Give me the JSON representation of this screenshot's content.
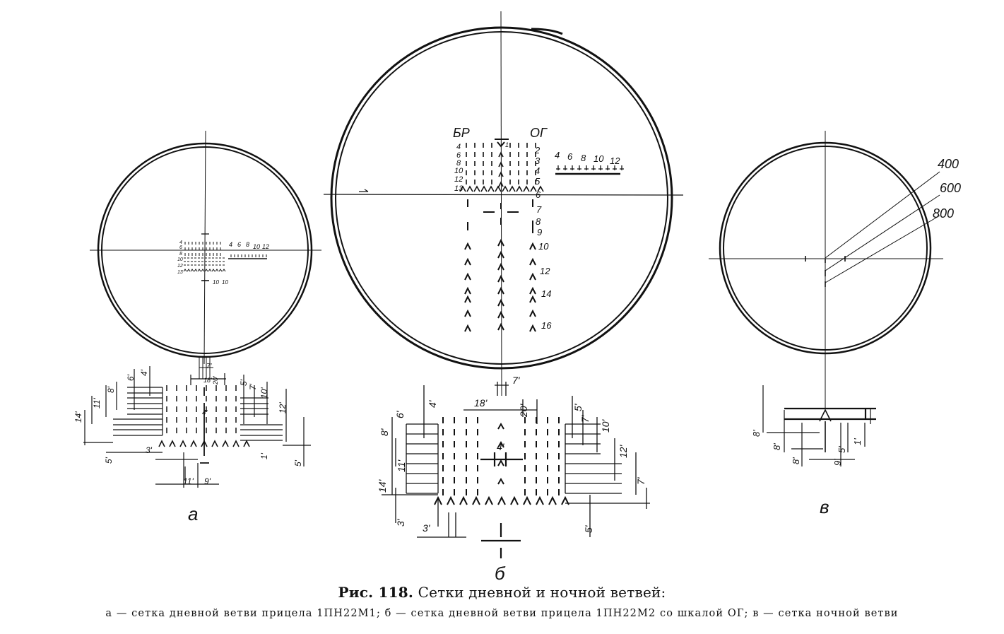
{
  "figure": {
    "number": "Рис. 118.",
    "title": "Сетки дневной и ночной ветвей:",
    "legend": "а — сетка дневной ветви прицела 1ПН22М1; б — сетка дневной ветви прицела 1ПН22М2 со шкалой ОГ; в — сетка ночной ветви"
  },
  "panel_a": {
    "label": "а",
    "top_scale": [
      "4",
      "6",
      "8",
      "10",
      "12"
    ],
    "left_scale": [
      "4",
      "6",
      "8",
      "10",
      "12",
      "13"
    ],
    "bottom_scale": [
      "10",
      "10"
    ],
    "dims": [
      "7'",
      "18'",
      "20'",
      "6'",
      "4'",
      "8'",
      "11'",
      "14'",
      "5'",
      "7'",
      "10'",
      "12'",
      "3'",
      "5'",
      "1'",
      "5'",
      "11'",
      "9'",
      "4'"
    ]
  },
  "panel_b": {
    "label": "б",
    "col_br": "БР",
    "col_og": "ОГ",
    "left_scale": [
      "4",
      "6",
      "8",
      "10",
      "12",
      "13"
    ],
    "right_scale": [
      "2",
      "3",
      "4",
      "5",
      "6",
      "7",
      "8",
      "9",
      "10",
      "12",
      "14",
      "16"
    ],
    "top_scale": [
      "4",
      "6",
      "8",
      "10",
      "12"
    ],
    "center_mark": "1",
    "dims": [
      "7'",
      "18'",
      "20'",
      "4'",
      "6'",
      "8'",
      "11'",
      "14'",
      "3'",
      "3'",
      "4'",
      "5'",
      "7'",
      "10'",
      "12'",
      "7'",
      "5'"
    ]
  },
  "panel_c": {
    "label": "в",
    "ranges": [
      "400",
      "600",
      "800"
    ],
    "dims": [
      "8'",
      "8'",
      "8'",
      "9'",
      "5'",
      "1'"
    ]
  }
}
